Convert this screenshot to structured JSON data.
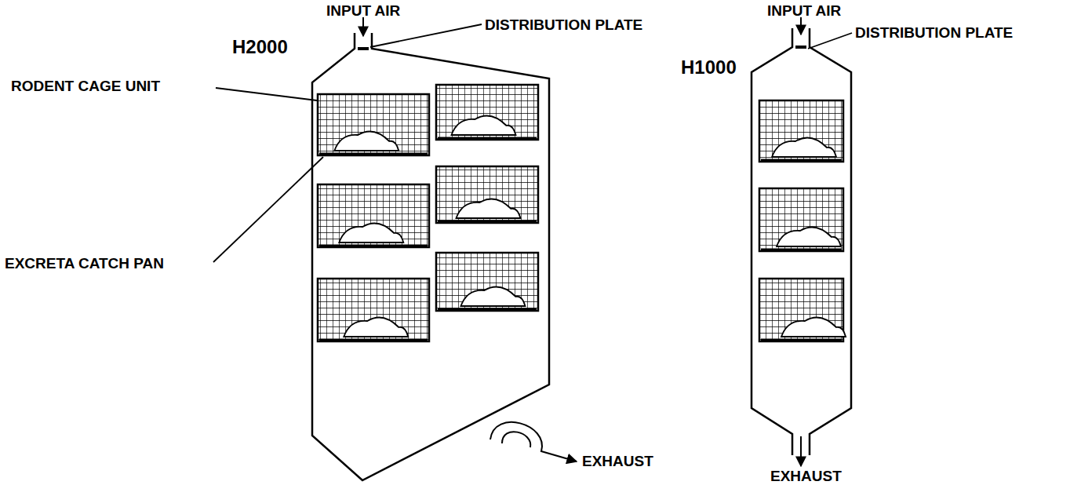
{
  "diagram": {
    "labels": [
      "INPUT AIR",
      "DISTRIBUTION PLATE",
      "H2000",
      "INPUT AIR",
      "DISTRIBUTION PLATE",
      "H1000",
      "RODENT CAGE UNIT",
      "EXCRETA CATCH PAN",
      "EXHAUST",
      "EXHAUST"
    ]
  }
}
